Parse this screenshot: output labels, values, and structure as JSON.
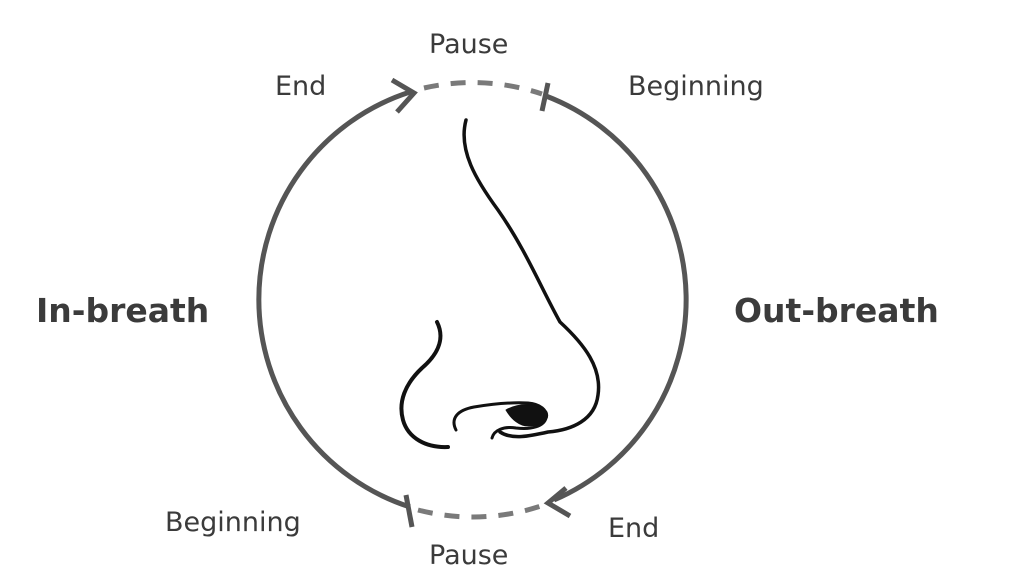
{
  "labels": {
    "pause_top": "Pause",
    "end_top": "End",
    "beginning_top": "Beginning",
    "in_breath": "In-breath",
    "out_breath": "Out-breath",
    "beginning_bottom": "Beginning",
    "end_bottom": "End",
    "pause_bottom": "Pause"
  },
  "icons": {
    "nose": "nose-illustration-icon"
  },
  "colors": {
    "stroke": "#555555",
    "pause_dash": "#7a7a7a",
    "text": "#3b3b3b",
    "background": "#ffffff"
  }
}
